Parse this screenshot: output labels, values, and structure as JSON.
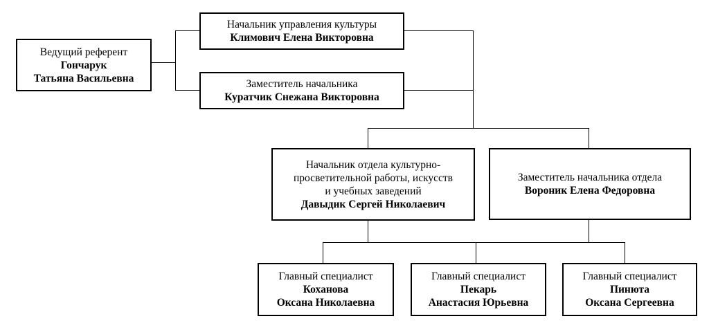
{
  "nodes": {
    "referent": {
      "role": "Ведущий референт",
      "name_line1": "Гончарук",
      "name_line2": "Татьяна Васильевна"
    },
    "head": {
      "role": "Начальник управления культуры",
      "name": "Климович Елена Викторовна"
    },
    "deputy": {
      "role": "Заместитель начальника",
      "name": "Куратчик Снежана Викторовна"
    },
    "dept_head": {
      "role_line1": "Начальник отдела культурно-",
      "role_line2": "просветительной работы, искусств",
      "role_line3": "и учебных заведений",
      "name": "Давыдик Сергей Николаевич"
    },
    "dept_deputy": {
      "role": "Заместитель начальника отдела",
      "name": "Вороник Елена Федоровна"
    },
    "spec1": {
      "role": "Главный специалист",
      "name_line1": "Коханова",
      "name_line2": "Оксана Николаевна"
    },
    "spec2": {
      "role": "Главный специалист",
      "name_line1": "Пекарь",
      "name_line2": "Анастасия Юрьевна"
    },
    "spec3": {
      "role": "Главный специалист",
      "name_line1": "Пинюта",
      "name_line2": "Оксана Сергеевна"
    }
  }
}
